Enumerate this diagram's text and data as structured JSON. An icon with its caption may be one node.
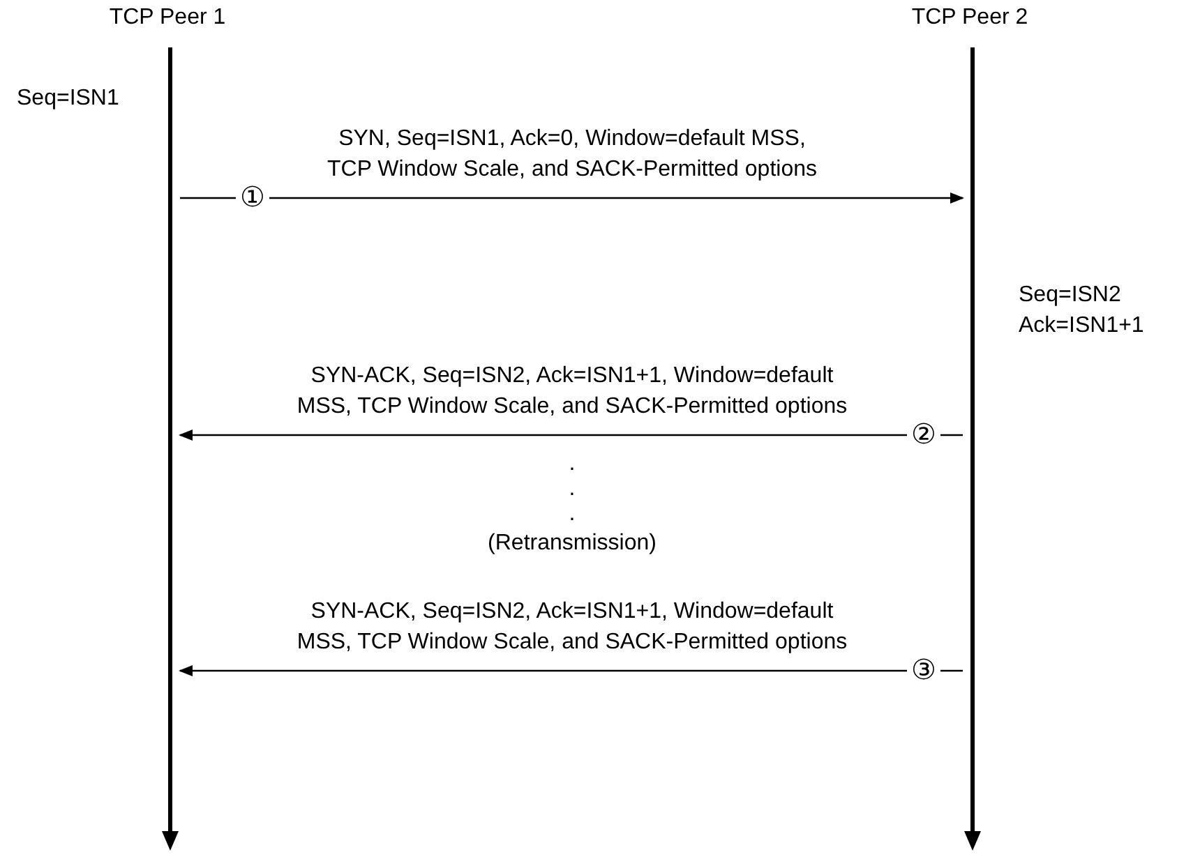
{
  "diagram": {
    "nodes": [
      {
        "text": [
          "TCP Peer 1"
        ]
      },
      {
        "text": [
          "TCP Peer 2"
        ]
      }
    ],
    "edges": [
      {
        "from": 0,
        "to": 1,
        "arrow": "to",
        "label": "SYN, Seq=ISN1, Ack=0, Window=default MSS, TCP Window Scale, and SACK-Permitted options"
      },
      {
        "from": 1,
        "to": 0,
        "arrow": "to",
        "label": "SYN-ACK, Seq=ISN2, Ack=ISN1+1, Window=default MSS, TCP Window Scale, and SACK-Permitted options"
      },
      {
        "from": 1,
        "to": 0,
        "arrow": "to",
        "label": "SYN-ACK, Seq=ISN2, Ack=ISN1+1, Window=default MSS, TCP Window Scale, and SACK-Permitted options"
      }
    ],
    "labels": [
      "Seq=ISN1",
      "①",
      "Seq=ISN2",
      "Ack=ISN1+1",
      "②",
      ".",
      ".",
      ".",
      "(Retransmission)",
      "③"
    ]
  }
}
